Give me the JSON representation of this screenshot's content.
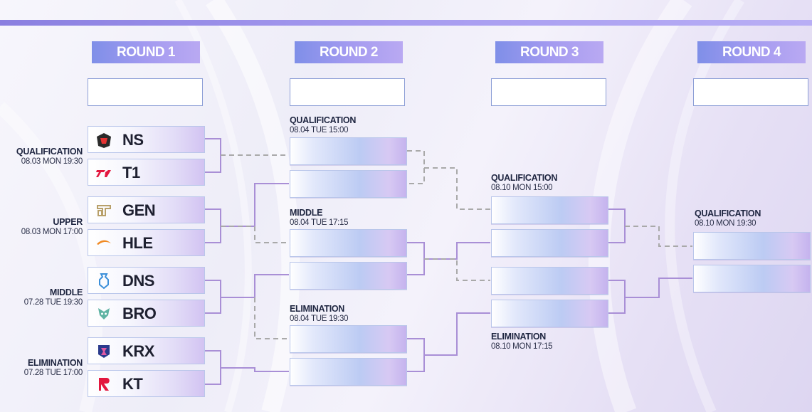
{
  "rounds": [
    {
      "title": "ROUND 1"
    },
    {
      "title": "ROUND 2"
    },
    {
      "title": "ROUND 3"
    },
    {
      "title": "ROUND 4"
    }
  ],
  "round1": {
    "groups": [
      {
        "label": "QUALIFICATION",
        "time": "08.03 MON 19:30"
      },
      {
        "label": "UPPER",
        "time": "08.03 MON 17:00"
      },
      {
        "label": "MIDDLE",
        "time": "07.28 TUE 19:30"
      },
      {
        "label": "ELIMINATION",
        "time": "07.28 TUE 17:00"
      }
    ],
    "teams": [
      {
        "name": "NS",
        "logo": "ns-logo-icon"
      },
      {
        "name": "T1",
        "logo": "t1-logo-icon"
      },
      {
        "name": "GEN",
        "logo": "gen-logo-icon"
      },
      {
        "name": "HLE",
        "logo": "hle-logo-icon"
      },
      {
        "name": "DNS",
        "logo": "dns-logo-icon"
      },
      {
        "name": "BRO",
        "logo": "bro-logo-icon"
      },
      {
        "name": "KRX",
        "logo": "krx-logo-icon"
      },
      {
        "name": "KT",
        "logo": "kt-logo-icon"
      }
    ]
  },
  "round2": {
    "matches": [
      {
        "label": "QUALIFICATION",
        "time": "08.04 TUE 15:00"
      },
      {
        "label": "MIDDLE",
        "time": "08.04 TUE 17:15"
      },
      {
        "label": "ELIMINATION",
        "time": "08.04 TUE 19:30"
      }
    ]
  },
  "round3": {
    "matches": [
      {
        "label": "QUALIFICATION",
        "time": "08.10 MON 15:00"
      },
      {
        "label": "ELIMINATION",
        "time": "08.10 MON 17:15"
      }
    ]
  },
  "round4": {
    "matches": [
      {
        "label": "QUALIFICATION",
        "time": "08.10 MON 19:30"
      }
    ]
  },
  "colors": {
    "accent": "#8a7fe0",
    "line": "#a98fd6",
    "dashed": "#a9a9a9"
  }
}
